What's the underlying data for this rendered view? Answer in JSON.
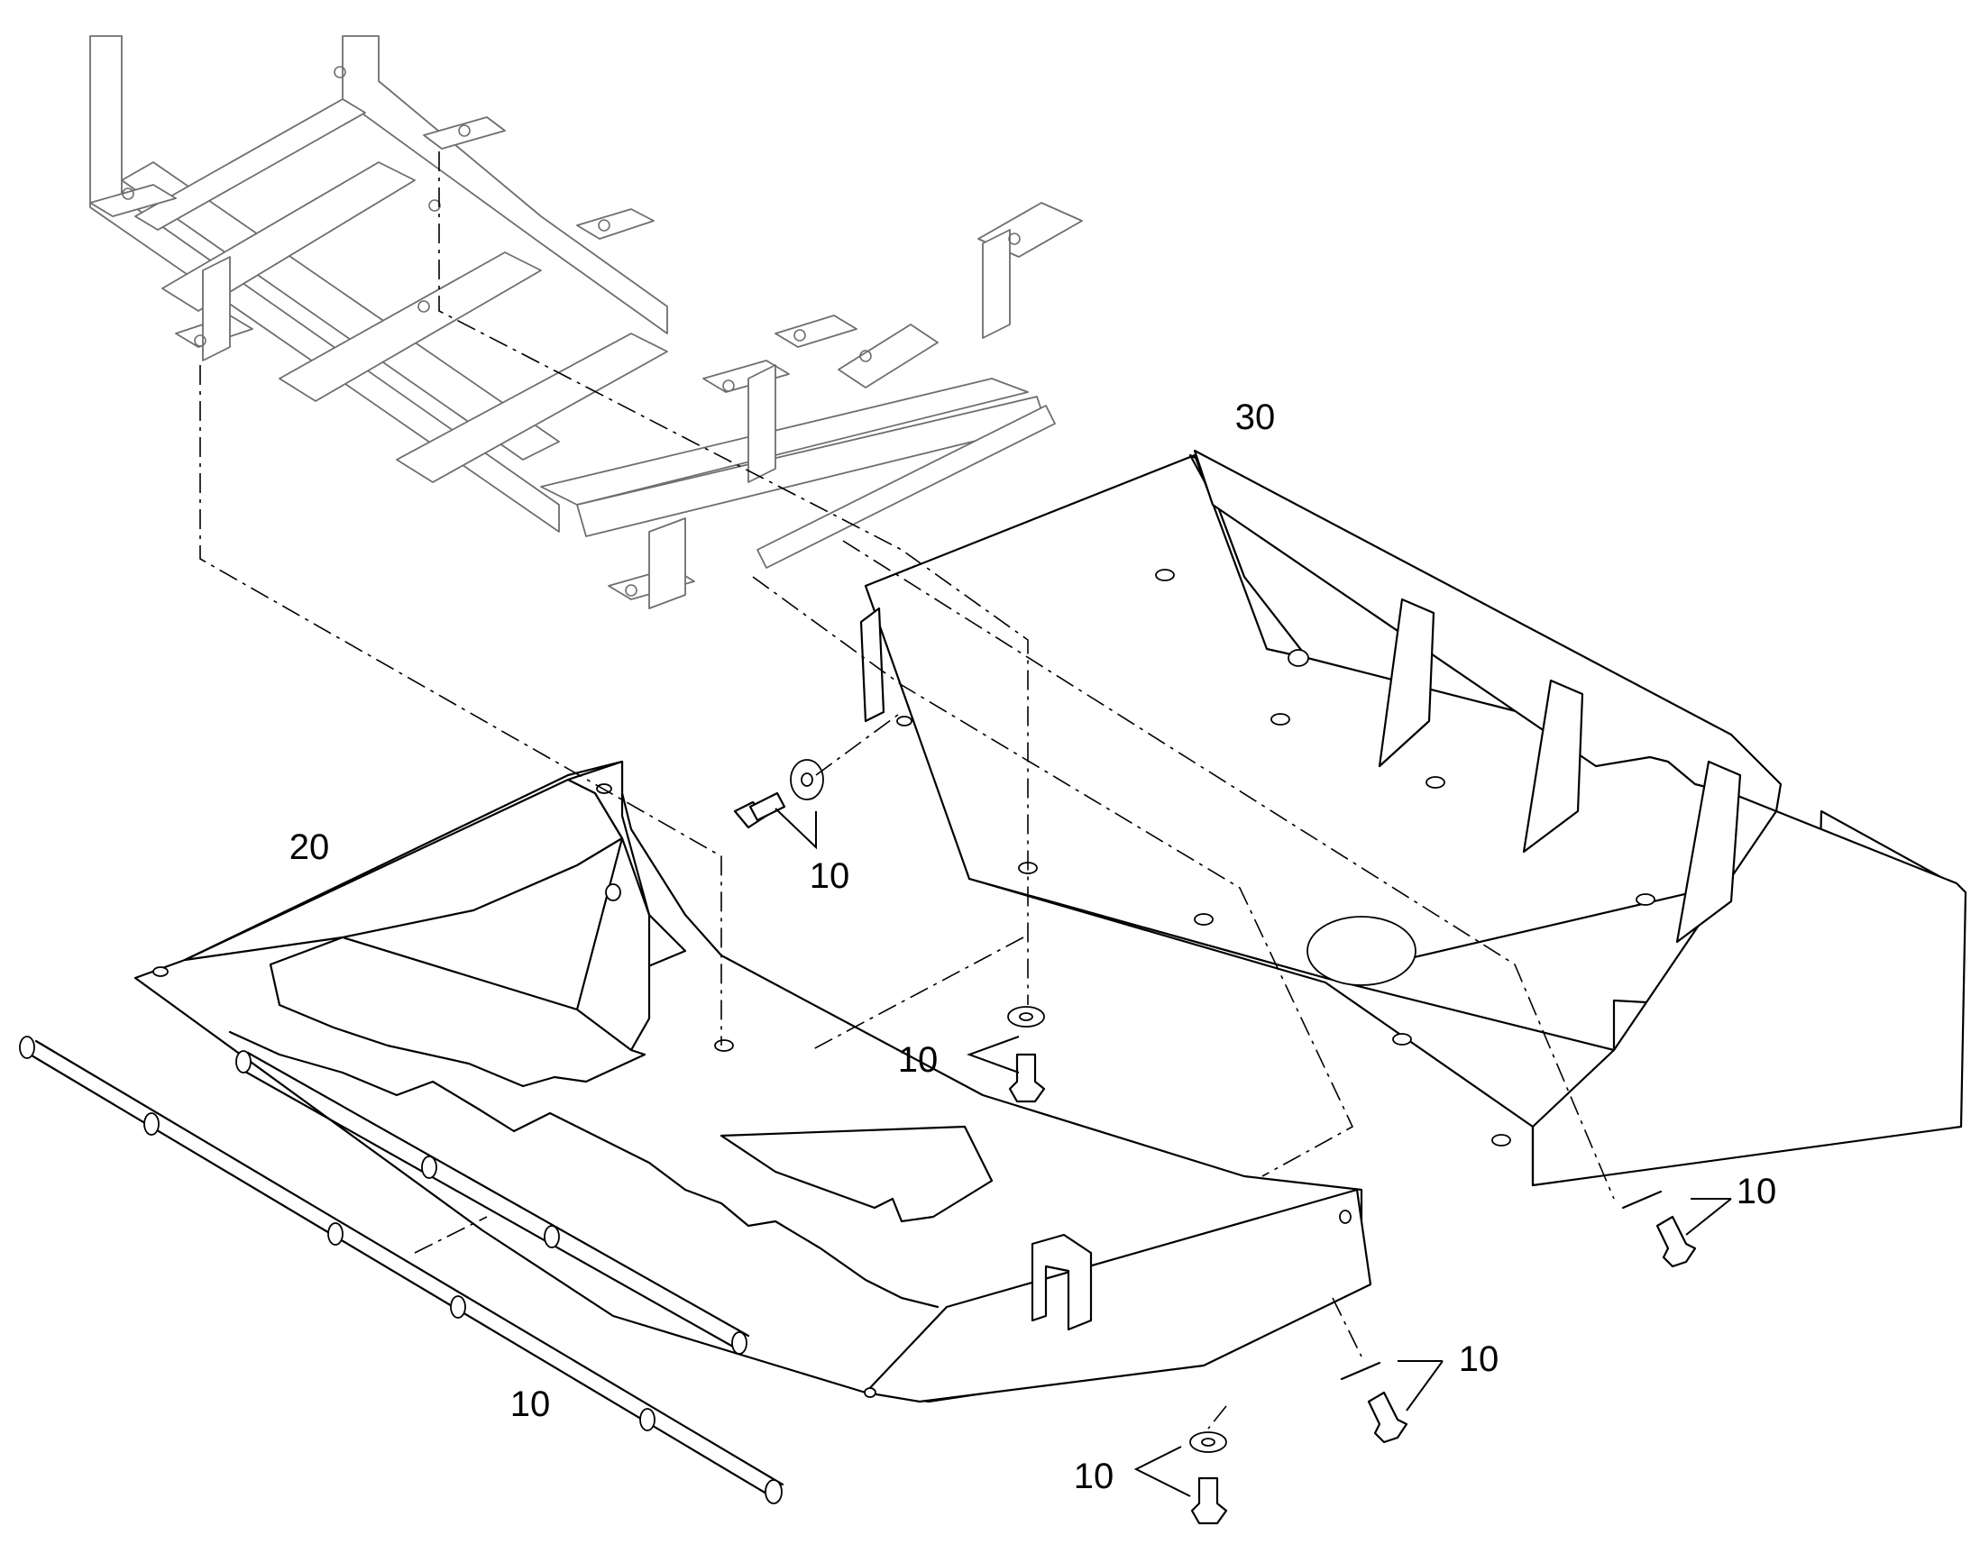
{
  "diagram": {
    "callouts": [
      {
        "id": "c30",
        "text": "30"
      },
      {
        "id": "c20",
        "text": "20"
      },
      {
        "id": "c10-washer-bolt",
        "text": "10"
      },
      {
        "id": "c10-center",
        "text": "10"
      },
      {
        "id": "c10-right",
        "text": "10"
      },
      {
        "id": "c10-lower-right",
        "text": "10"
      },
      {
        "id": "c10-bottom",
        "text": "10"
      },
      {
        "id": "c10-rods",
        "text": "10"
      }
    ]
  }
}
